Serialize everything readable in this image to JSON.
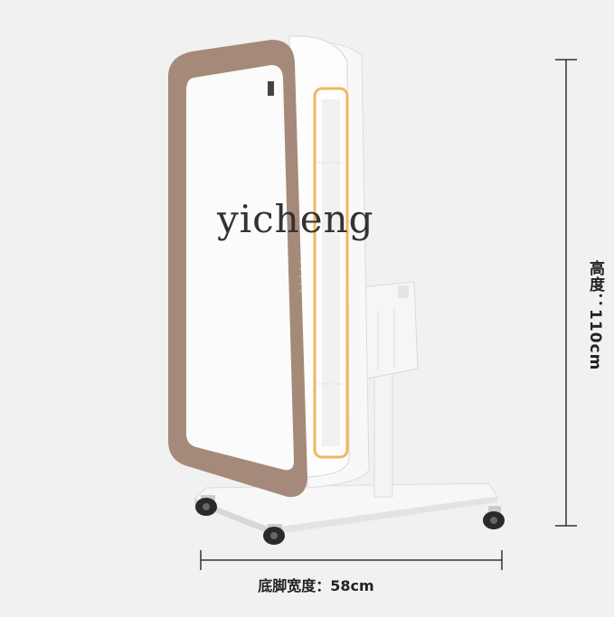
{
  "watermark": "yicheng",
  "dimensions": {
    "height_label": "高度：110cm",
    "width_label": "底脚宽度：58cm"
  },
  "colors": {
    "background": "#f1f1f1",
    "frame": "#a58a79",
    "panel": "#fbfbfb",
    "light_strip": "#f0b860",
    "dimension_line": "#333333"
  }
}
